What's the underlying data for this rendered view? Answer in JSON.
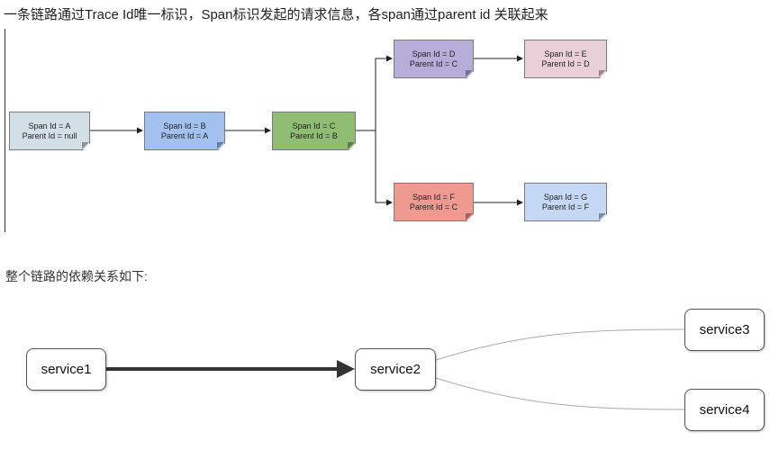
{
  "heading": "一条链路通过Trace Id唯一标识，Span标识发起的请求信息，各span通过parent id 关联起来",
  "subheading": "整个链路的依赖关系如下:",
  "spans": [
    {
      "id_line": "Span Id = A",
      "parent_line": "Parent Id = null",
      "color": "#d3dfe6"
    },
    {
      "id_line": "Span Id = B",
      "parent_line": "Parent Id = A",
      "color": "#a3c1ef"
    },
    {
      "id_line": "Span Id = C",
      "parent_line": "Parent Id = B",
      "color": "#8fbd73"
    },
    {
      "id_line": "Span Id = D",
      "parent_line": "Parent Id = C",
      "color": "#b6aed9"
    },
    {
      "id_line": "Span Id = E",
      "parent_line": "Parent Id = D",
      "color": "#e9cfd8"
    },
    {
      "id_line": "Span Id = F",
      "parent_line": "Parent Id = C",
      "color": "#ef9a90"
    },
    {
      "id_line": "Span Id = G",
      "parent_line": "Parent Id = F",
      "color": "#c5d8f6"
    }
  ],
  "services": [
    {
      "label": "service1"
    },
    {
      "label": "service2"
    },
    {
      "label": "service3"
    },
    {
      "label": "service4"
    }
  ]
}
